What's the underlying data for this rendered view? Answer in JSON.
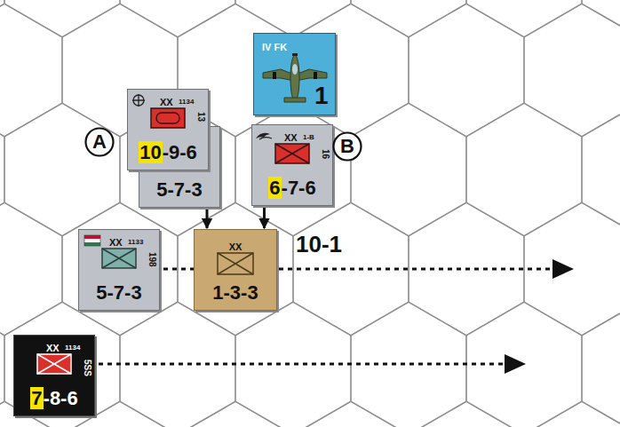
{
  "diagram": {
    "nodes": [
      {
        "text": [
          "IV FK",
          "1"
        ]
      },
      {
        "text": [
          "A"
        ]
      },
      {
        "text": [
          "XX",
          "1134",
          "13",
          "10-9-6"
        ]
      },
      {
        "text": [
          "5-7-3"
        ]
      },
      {
        "text": [
          "XX",
          "1-B",
          "16",
          "6-7-6"
        ]
      },
      {
        "text": [
          "B"
        ]
      },
      {
        "text": [
          "XX",
          "1133",
          "198",
          "5-7-3"
        ]
      },
      {
        "text": [
          "XX",
          "1-3-3"
        ]
      },
      {
        "text": [
          "XX",
          "1134",
          "5SS",
          "7-8-6"
        ]
      }
    ],
    "edges": [
      {
        "from": 3,
        "to": 7,
        "arrow": "to"
      },
      {
        "from": 4,
        "to": 7,
        "arrow": "to"
      }
    ],
    "labels": [
      "10-1"
    ]
  }
}
